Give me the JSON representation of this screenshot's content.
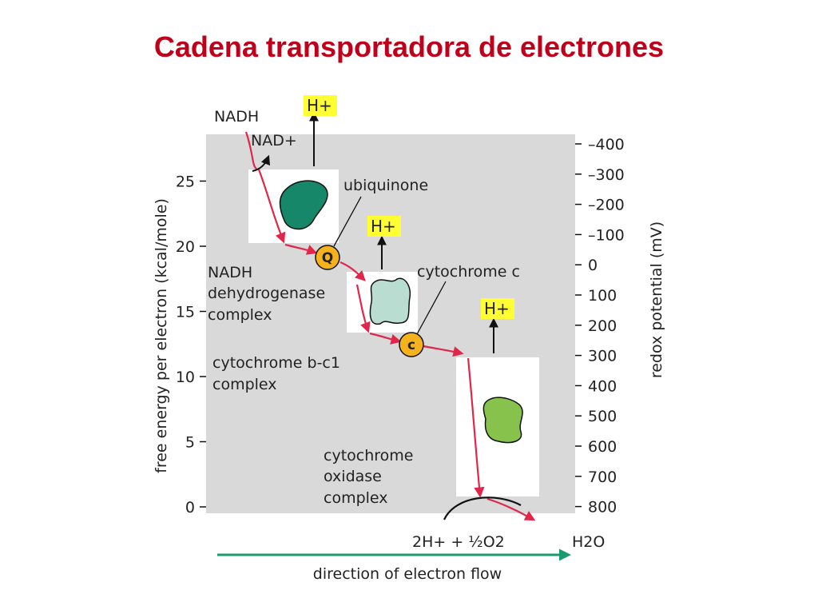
{
  "slide": {
    "title": "Cadena transportadora de electrones"
  },
  "colors": {
    "title": "#c0001a",
    "plot_background": "#d9d9d9",
    "electron_path": "#e0264a",
    "flow_arrow": "#1a9a6e",
    "h_ion_highlight": "#ffff33",
    "carrier_fill": "#f5b21c",
    "complex1_fill": "#17876a",
    "complex2_fill": "#b9ddd0",
    "complex3_fill": "#86c24c"
  },
  "icons": {
    "complex1": "protein-blob-icon",
    "complex2": "protein-blob-icon",
    "complex3": "protein-blob-icon",
    "carrier_q": "circle-icon",
    "carrier_c": "circle-icon"
  },
  "diagram": {
    "left_axis": {
      "title": "free energy per electron (kcal/mole)",
      "min": 0,
      "max": 28,
      "ticks": [
        0,
        5,
        10,
        15,
        20,
        25
      ]
    },
    "right_axis": {
      "title": "redox potential (mV)",
      "ticks": [
        "–400",
        "–300",
        "–200",
        "–100",
        "0",
        "100",
        "200",
        "300",
        "400",
        "500",
        "600",
        "700",
        "800"
      ]
    },
    "labels": {
      "nadh": "NADH",
      "nad_plus": "NAD+",
      "ubiquinone": "ubiquinone",
      "cytochrome_c": "cytochrome c",
      "complex1_line1": "NADH",
      "complex1_line2": "dehydrogenase",
      "complex1_line3": "complex",
      "complex2_line1": "cytochrome b-c1",
      "complex2_line2": "complex",
      "complex3_line1": "cytochrome",
      "complex3_line2": "oxidase",
      "complex3_line3": "complex",
      "reactants": "2H+ + ½O2",
      "product": "H2O",
      "flow": "direction of electron flow"
    },
    "h_ions": [
      "H+",
      "H+",
      "H+"
    ],
    "carriers": {
      "q": "Q",
      "c": "c"
    }
  }
}
